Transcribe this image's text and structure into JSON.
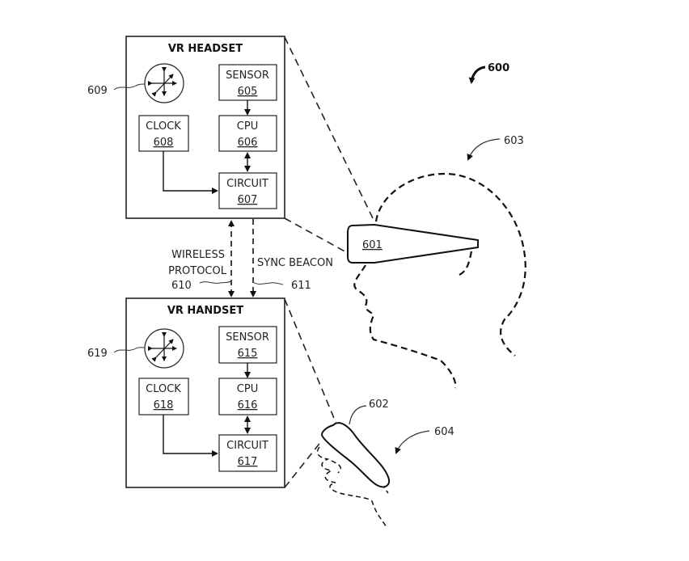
{
  "figure": {
    "ref": "600",
    "headset_block": {
      "title": "VR HEADSET",
      "icon_ref": "609",
      "sensor": {
        "label": "SENSOR",
        "ref": "605"
      },
      "cpu": {
        "label": "CPU",
        "ref": "606"
      },
      "clock": {
        "label": "CLOCK",
        "ref": "608"
      },
      "circuit": {
        "label": "CIRCUIT",
        "ref": "607"
      }
    },
    "handset_block": {
      "title": "VR HANDSET",
      "icon_ref": "619",
      "sensor": {
        "label": "SENSOR",
        "ref": "615"
      },
      "cpu": {
        "label": "CPU",
        "ref": "616"
      },
      "clock": {
        "label": "CLOCK",
        "ref": "618"
      },
      "circuit": {
        "label": "CIRCUIT",
        "ref": "617"
      }
    },
    "links": {
      "wireless_line1": "WIRELESS",
      "wireless_line2": "PROTOCOL",
      "wireless_ref": "610",
      "sync_label": "SYNC BEACON",
      "sync_ref": "611"
    },
    "headset_device_ref": "601",
    "handset_device_ref": "602",
    "user_head_ref": "603",
    "user_hand_ref": "604"
  }
}
